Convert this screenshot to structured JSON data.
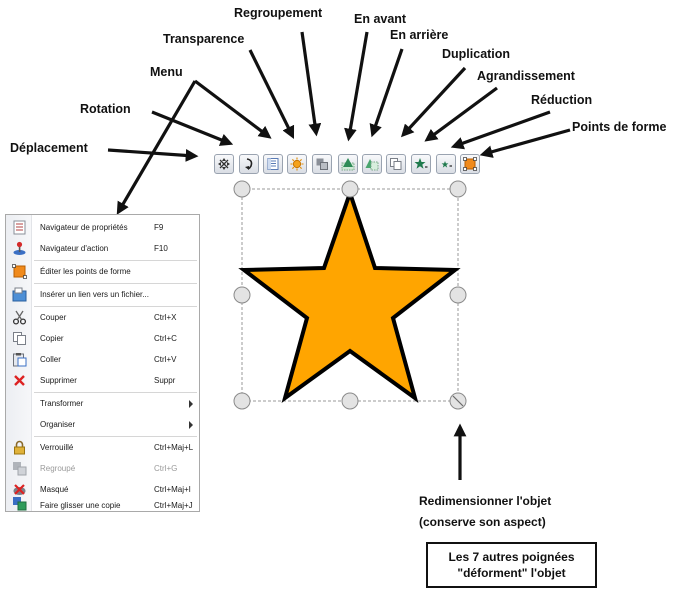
{
  "callouts": {
    "deplacement": "Déplacement",
    "rotation": "Rotation",
    "menu": "Menu",
    "transparence": "Transparence",
    "regroupement": "Regroupement",
    "en_avant": "En avant",
    "en_arriere": "En arrière",
    "duplication": "Duplication",
    "agrandissement": "Agrandissement",
    "reduction": "Réduction",
    "points_de_forme": "Points de forme"
  },
  "toolbar": {
    "buttons": [
      {
        "name": "move-button",
        "icon": "move-arrows-icon"
      },
      {
        "name": "rotate-button",
        "icon": "rotate-icon"
      },
      {
        "name": "menu-button",
        "icon": "menu-icon"
      },
      {
        "name": "transparency-button",
        "icon": "sun-icon"
      },
      {
        "name": "group-button",
        "icon": "group-icon"
      },
      {
        "name": "bring-forward-button",
        "icon": "bring-forward-icon"
      },
      {
        "name": "send-backward-button",
        "icon": "send-backward-icon"
      },
      {
        "name": "duplicate-button",
        "icon": "duplicate-icon"
      },
      {
        "name": "enlarge-button",
        "icon": "star-plus-icon"
      },
      {
        "name": "shrink-button",
        "icon": "star-minus-icon"
      },
      {
        "name": "shape-points-button",
        "icon": "shape-points-icon"
      }
    ]
  },
  "shape": {
    "fill": "#FFA500",
    "stroke": "#000000"
  },
  "menu": {
    "items": [
      {
        "label": "Navigateur de propriétés",
        "shortcut": "F9",
        "icon": "properties-icon"
      },
      {
        "label": "Navigateur d'action",
        "shortcut": "F10",
        "icon": "joystick-icon"
      },
      {
        "label": "Éditer les points de forme",
        "shortcut": "",
        "icon": "shape-points-icon"
      },
      {
        "label": "Insérer un lien vers un fichier...",
        "shortcut": "",
        "icon": "file-link-icon"
      },
      {
        "label": "Couper",
        "shortcut": "Ctrl+X",
        "icon": "scissors-icon"
      },
      {
        "label": "Copier",
        "shortcut": "Ctrl+C",
        "icon": "copy-icon"
      },
      {
        "label": "Coller",
        "shortcut": "Ctrl+V",
        "icon": "paste-icon"
      },
      {
        "label": "Supprimer",
        "shortcut": "Suppr",
        "icon": "delete-icon"
      },
      {
        "label": "Transformer",
        "shortcut": "",
        "icon": ""
      },
      {
        "label": "Organiser",
        "shortcut": "",
        "icon": ""
      },
      {
        "label": "Verrouillé",
        "shortcut": "Ctrl+Maj+L",
        "icon": "lock-icon"
      },
      {
        "label": "Regroupé",
        "shortcut": "Ctrl+G",
        "icon": "group-icon"
      },
      {
        "label": "Masqué",
        "shortcut": "Ctrl+Maj+I",
        "icon": "hidden-icon"
      },
      {
        "label": "Faire glisser une copie",
        "shortcut": "Ctrl+Maj+J",
        "icon": "drag-copy-icon"
      }
    ]
  },
  "notes": {
    "resize_line1": "Redimensionner l'objet",
    "resize_line2": "(conserve son aspect)",
    "box_line1": "Les 7 autres poignées",
    "box_line2": "\"déforment\" l'objet"
  }
}
